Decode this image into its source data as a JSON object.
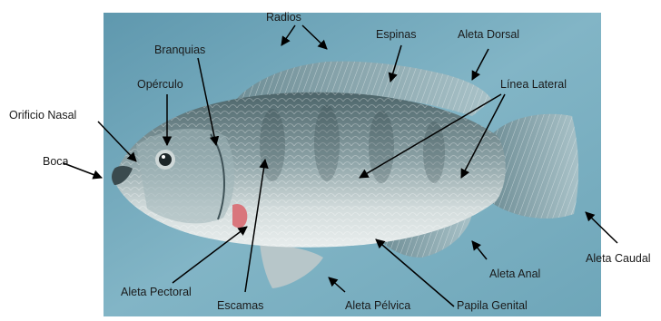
{
  "labels": {
    "radios": "Radios",
    "espinas": "Espinas",
    "aleta_dorsal": "Aleta Dorsal",
    "branquias": "Branquias",
    "operculo": "Opérculo",
    "linea_lateral": "Línea Lateral",
    "orificio_nasal": "Orificio Nasal",
    "boca": "Boca",
    "aleta_caudal": "Aleta Caudal",
    "aleta_anal": "Aleta Anal",
    "aleta_pectoral": "Aleta Pectoral",
    "escamas": "Escamas",
    "aleta_pelvica": "Aleta Pélvica",
    "papila_genital": "Papila Genital"
  },
  "colors": {
    "background_water": "#6fa3b8",
    "background_water_light": "#8fbccb",
    "fish_body_dark": "#4f6a70",
    "fish_body_light": "#c9d6d6",
    "fin": "#7f9da4",
    "arrow": "#000000"
  }
}
